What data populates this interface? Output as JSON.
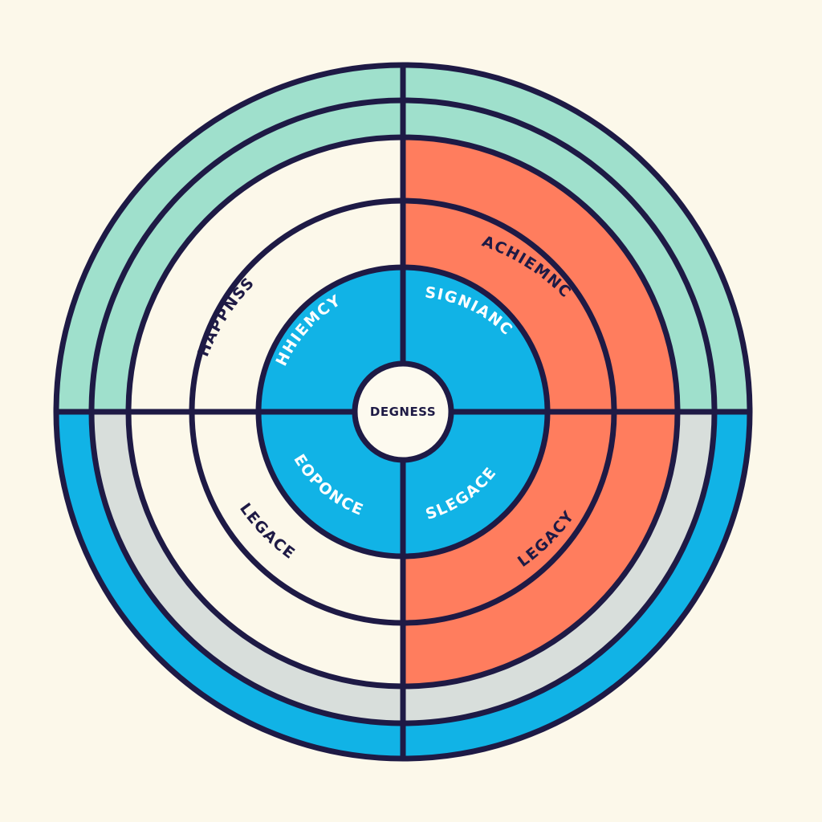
{
  "diagram": {
    "type": "concentric-ring-quadrant-diagram",
    "center": {
      "label": "DEGNESS"
    },
    "quadrant_labels": {
      "top_left_outer": "HAPPNSS",
      "top_left_inner": "HHIEMCY",
      "top_right_inner": "SIGNIANC",
      "top_right_outer": "ACHIEMNC",
      "bottom_left_inner": "EOPONCE",
      "bottom_left_outer": "LEGACE",
      "bottom_right_inner": "SLEGACE",
      "bottom_right_outer": "LEGACY"
    },
    "colors": {
      "background": "#fcf8ea",
      "outline": "#1e1a45",
      "teal": "#9fe0cc",
      "blue": "#11b3e6",
      "coral": "#ff7d5e",
      "coral_dark": "#f4502c",
      "gray": "#d8dedb",
      "cream": "#fcf8ea",
      "center_fill": "#fdfaef"
    }
  }
}
